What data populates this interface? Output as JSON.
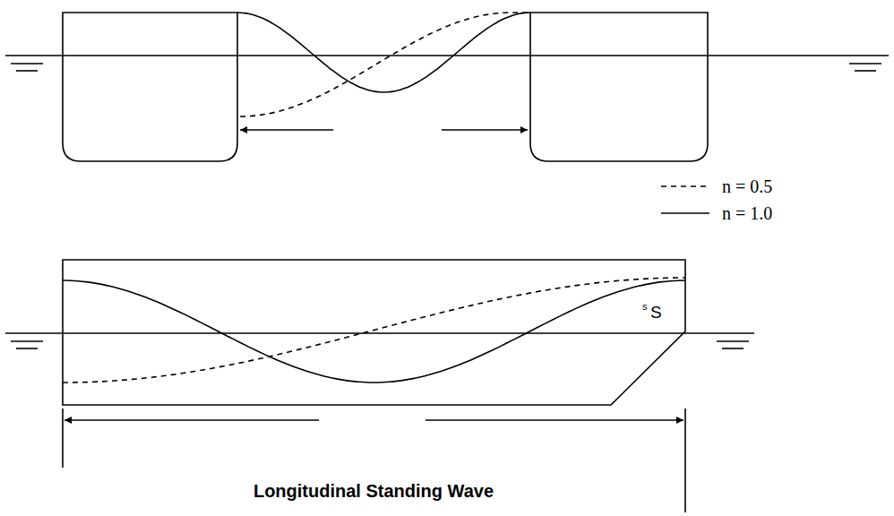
{
  "diagram": {
    "caption": "Longitudinal Standing Wave",
    "labels": [
      "s",
      "S"
    ],
    "legend": [
      {
        "text": "n = 0.5"
      },
      {
        "text": "n = 1.0"
      }
    ]
  }
}
